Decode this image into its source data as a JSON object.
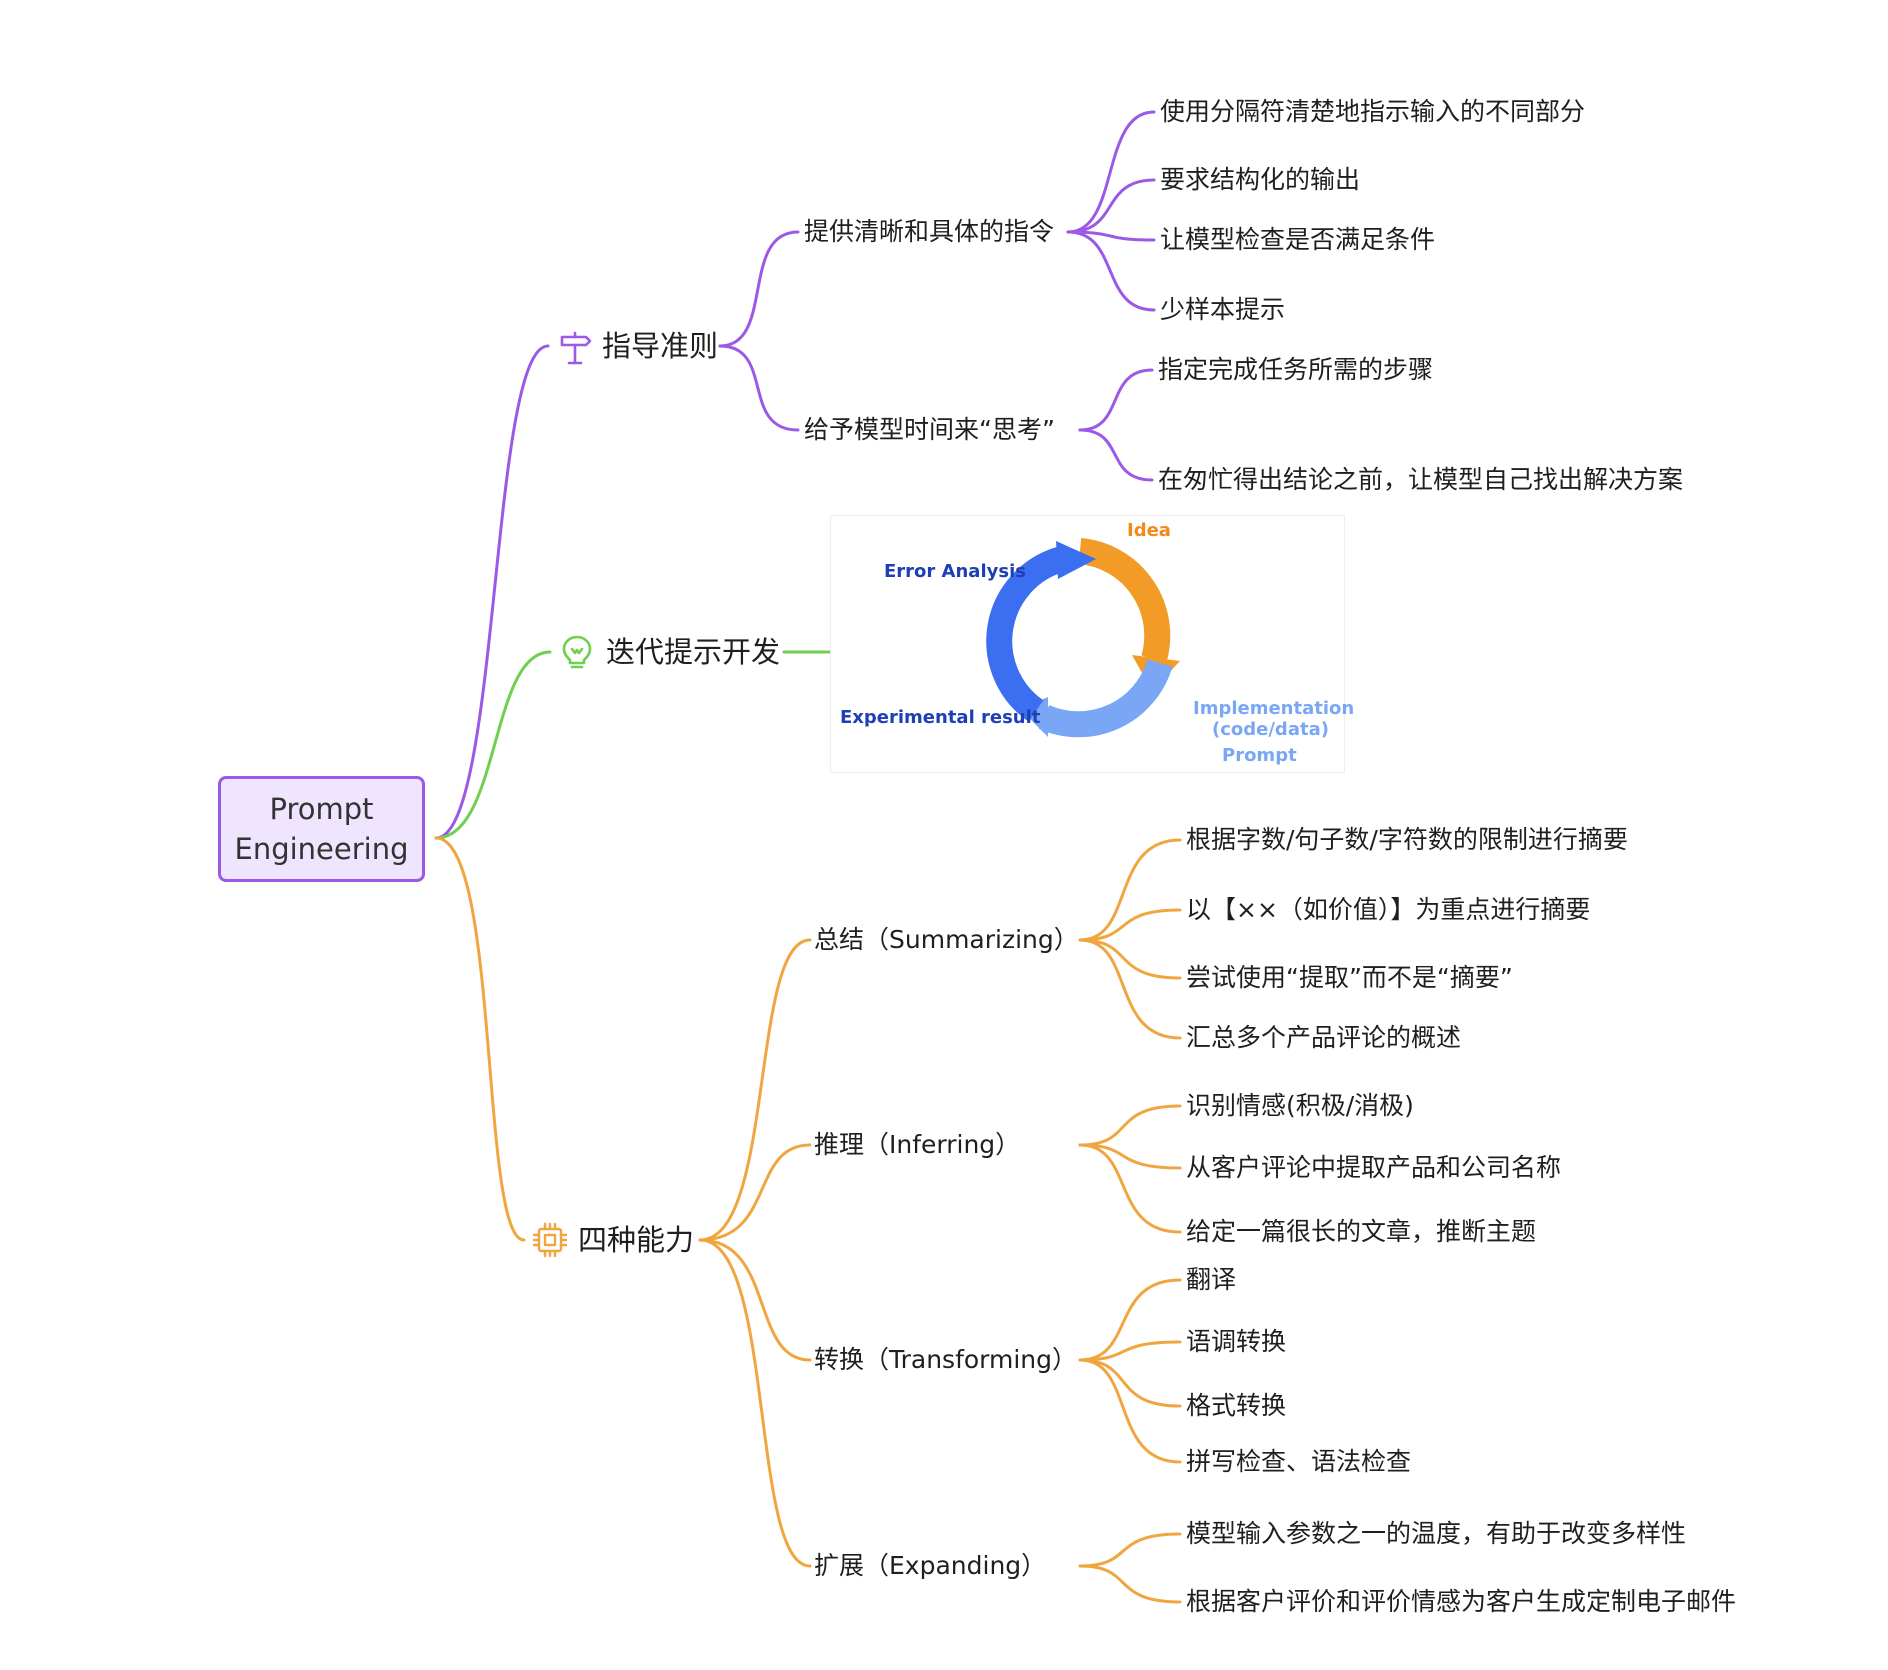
{
  "root": {
    "line1": "Prompt",
    "line2": "Engineering"
  },
  "colors": {
    "purple": "#9b59e6",
    "green": "#6fcf4f",
    "orange": "#f0a640",
    "root_fill": "#efe5ff"
  },
  "branches": [
    {
      "label": "指导准则",
      "icon": "signpost-icon",
      "children": [
        {
          "label": "提供清晰和具体的指令",
          "children": [
            "使用分隔符清楚地指示输入的不同部分",
            "要求结构化的输出",
            "让模型检查是否满足条件",
            "少样本提示"
          ]
        },
        {
          "label": "给予模型时间来“思考”",
          "children": [
            "指定完成任务所需的步骤",
            "在匆忙得出结论之前，让模型自己找出解决方案"
          ]
        }
      ]
    },
    {
      "label": "迭代提示开发",
      "icon": "lightbulb-icon",
      "cycle": {
        "idea": "Idea",
        "error_analysis": "Error Analysis",
        "experimental_result": "Experimental result",
        "implementation_line1": "Implementation",
        "implementation_line2": "(code/data)",
        "prompt": "Prompt"
      }
    },
    {
      "label": "四种能力",
      "icon": "chip-icon",
      "children": [
        {
          "label": "总结（Summarizing）",
          "children": [
            "根据字数/句子数/字符数的限制进行摘要",
            "以【××（如价值）】为重点进行摘要",
            "尝试使用“提取”而不是“摘要”",
            "汇总多个产品评论的概述"
          ]
        },
        {
          "label": "推理（Inferring）",
          "children": [
            "识别情感(积极/消极)",
            "从客户评论中提取产品和公司名称",
            "给定一篇很长的文章，推断主题"
          ]
        },
        {
          "label": "转换（Transforming）",
          "children": [
            "翻译",
            "语调转换",
            "格式转换",
            "拼写检查、语法检查"
          ]
        },
        {
          "label": "扩展（Expanding）",
          "children": [
            "模型输入参数之一的温度，有助于改变多样性",
            "根据客户评价和评价情感为客户生成定制电子邮件"
          ]
        }
      ]
    }
  ]
}
